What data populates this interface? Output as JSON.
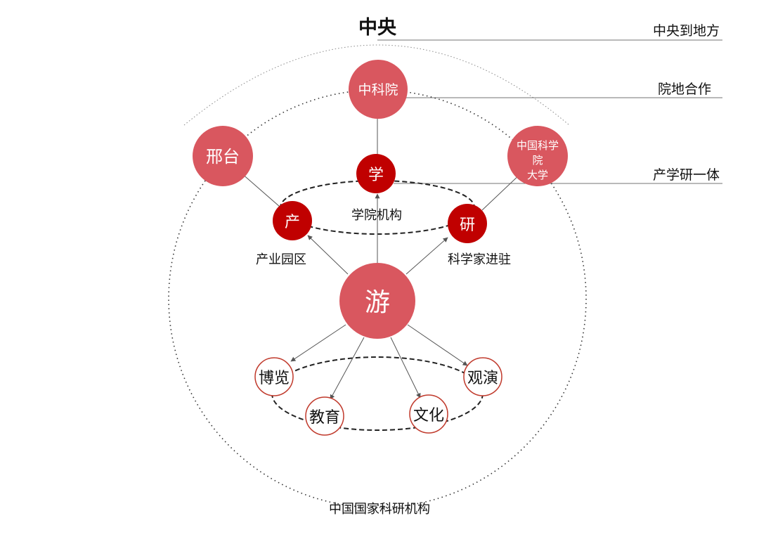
{
  "header": {
    "top_title": "中央",
    "level_labels": [
      "中央到地方",
      "院地合作",
      "产学研一体"
    ]
  },
  "nodes": {
    "cas": "中科院",
    "xingtai": "邢台",
    "ucas_line1": "中国科学",
    "ucas_line2": "院",
    "ucas_line3": "大学",
    "xue": "学",
    "chan": "产",
    "yan": "研",
    "you": "游",
    "bolan": "博览",
    "jiaoyu": "教育",
    "wenhua": "文化",
    "guanyan": "观演"
  },
  "labels": {
    "xueyuan": "学院机构",
    "chanye": "产业园区",
    "kexuejia": "科学家进驻",
    "bottom": "中国国家科研机构"
  },
  "colors": {
    "large_circle": "#d9575f",
    "small_dark": "#c00000",
    "outline": "#c0392b",
    "line": "#555555",
    "guide": "#444444"
  }
}
